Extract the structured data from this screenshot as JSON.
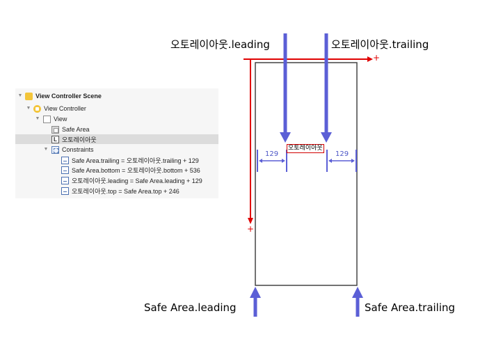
{
  "outline": {
    "scene": "View Controller Scene",
    "view_controller": "View Controller",
    "view": "View",
    "safe_area": "Safe Area",
    "label": "오토레이아웃",
    "label_icon": "L",
    "constraints": "Constraints",
    "constraint_items": [
      "Safe Area.trailing = 오토레이아웃.trailing + 129",
      "Safe Area.bottom = 오토레이아웃.bottom + 536",
      "오토레이아웃.leading = Safe Area.leading + 129",
      "오토레이아웃.top = Safe Area.top + 246"
    ]
  },
  "diagram": {
    "label_leading": "오토레이아웃.leading",
    "label_trailing": "오토레이아웃.trailing",
    "safe_leading": "Safe Area.leading",
    "safe_trailing": "Safe Area.trailing",
    "element_label": "오토레이아웃",
    "left_spacing": "129",
    "right_spacing": "129",
    "plus": "+",
    "colors": {
      "arrow": "#5b5fd6",
      "axis": "#e00000",
      "frame": "#444444",
      "element_border": "#d10000"
    }
  }
}
